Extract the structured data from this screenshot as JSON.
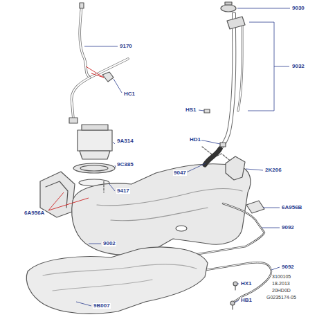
{
  "diagram": {
    "labels": [
      "9030",
      "9170",
      "HC1",
      "HS1",
      "9032",
      "HD1",
      "9A314",
      "9047",
      "9C385",
      "2K206",
      "9417",
      "6A956B",
      "6A956A",
      "9002",
      "9092",
      "9092",
      "HX1",
      "HB1",
      "9B007",
      "3100105",
      "18-2013",
      "20HD0D",
      "G0235174-05"
    ]
  }
}
